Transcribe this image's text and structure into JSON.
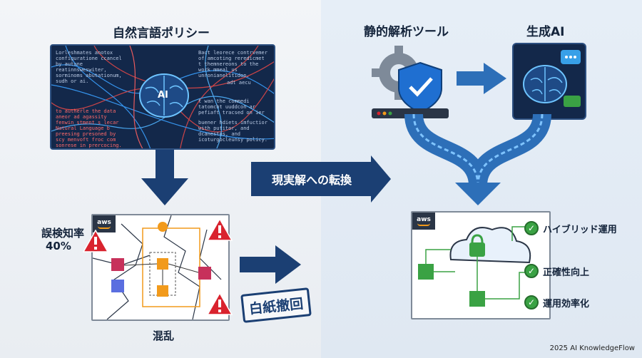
{
  "sections": {
    "left_title": "自然言語ポリシー",
    "static_tool_title": "静的解析ツール",
    "genai_title": "生成AI"
  },
  "policy_box": {
    "text_blocks": [
      "Lorleshmates anotox configuratione ccancel by autune reatinnsweswiter, sorminoms abutationum, sudh or ai.",
      "Bact leorece contrvemer of amcoting reredicmet t themnereons to the work mmeal us unronianelitidon.",
      "adt aecu",
      "to autherle the data aneor ad agassity fenwin stment s lecar",
      "t wan the commedi tatomcht uuddcon ar pefiaft tracsed on ier",
      "Natural Language b preesing presoned by scy menvoft froc com sonrese in prercocing.",
      "buener hdiets imfuctior with putitor, and dcanestos, and icoturgocleunsy policy."
    ],
    "brain_label": "AI"
  },
  "transform": {
    "label": "現実解への転換"
  },
  "left_result": {
    "aws_label": "aws",
    "stat_label": "誤検知率",
    "stat_value": "40%",
    "caption": "混乱",
    "stamp": "白紙撤回"
  },
  "right_result": {
    "aws_label": "aws",
    "benefits": [
      {
        "label": "ハイブリッド運用"
      },
      {
        "label": "正確性向上"
      },
      {
        "label": "運用効率化"
      }
    ]
  },
  "footer": "2025 AI KnowledgeFlow",
  "colors": {
    "navy": "#1b3f73",
    "warning_red": "#d9232e",
    "check_green": "#3aa244",
    "aws_orange": "#f29a1b"
  }
}
